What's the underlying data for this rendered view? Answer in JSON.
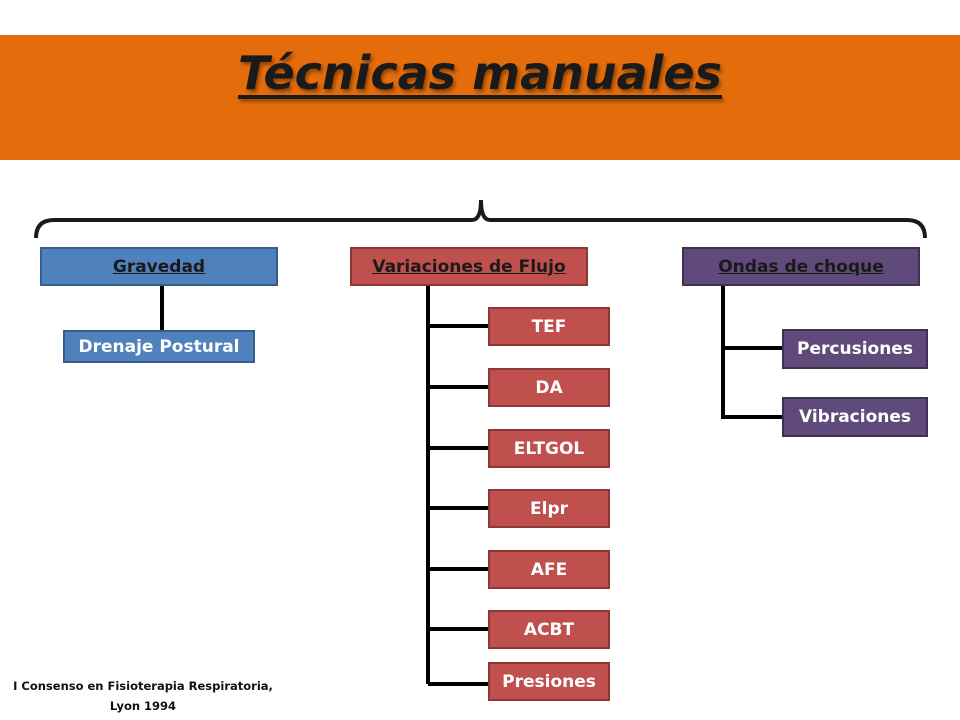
{
  "title": "Técnicas manuales",
  "colors": {
    "banner": "#e46c0a",
    "gravedad": "#4f81bd",
    "flujo": "#c0504d",
    "ondas": "#604a7b"
  },
  "categories": [
    {
      "label": "Gravedad",
      "children": [
        "Drenaje Postural"
      ]
    },
    {
      "label": "Variaciones de Flujo",
      "children": [
        "TEF",
        "DA",
        "ELTGOL",
        "Elpr",
        "AFE",
        "ACBT",
        "Presiones"
      ]
    },
    {
      "label": "Ondas de choque",
      "children": [
        "Percusiones",
        "Vibraciones"
      ]
    }
  ],
  "citation": {
    "line1": "I Consenso en Fisioterapia Respiratoria,",
    "line2": "Lyon 1994"
  }
}
